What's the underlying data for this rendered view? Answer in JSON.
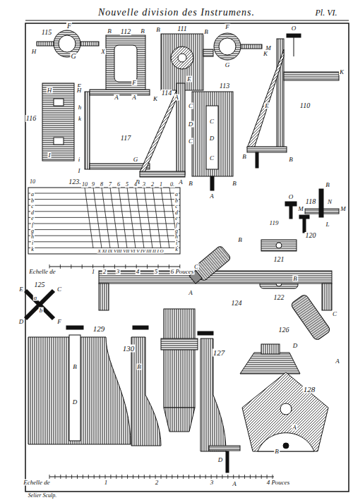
{
  "diagram": {
    "title": "Nouvelle division des Instrumens.",
    "labels": [
      "Pl. VI.",
      "115",
      "F",
      "G",
      "H",
      "X",
      "112",
      "B",
      "B",
      "A",
      "A",
      "111",
      "B",
      "B",
      "F",
      "G",
      "K",
      "A",
      "110",
      "O",
      "M",
      "K",
      "B",
      "B",
      "E",
      "116",
      "H",
      "F",
      "I",
      "117",
      "H",
      "F",
      "K",
      "h",
      "k",
      "i",
      "I",
      "G",
      "114",
      "E",
      "C",
      "D",
      "C",
      "B",
      "A",
      "113",
      "C",
      "D",
      "C",
      "B",
      "B",
      "A",
      "118",
      "B",
      "N",
      "M",
      "M",
      "L",
      "O",
      "119",
      "120",
      "121",
      "122",
      "123.",
      "10",
      "9",
      "8",
      "7",
      "6",
      "5",
      "4",
      "3",
      "2",
      "1",
      "0.",
      "10",
      "a",
      "b",
      "c",
      "d",
      "e",
      "f",
      "g",
      "h",
      "i",
      "k",
      "a",
      "b",
      "c",
      "d",
      "e",
      "f",
      "g",
      "h",
      "i",
      "k",
      "X XI IX VIII VII VI V IV III II I O",
      "Echelle de",
      "1",
      "2",
      "3",
      "4",
      "5",
      "6 Pouces",
      "124",
      "A",
      "B",
      "C",
      "125",
      "E",
      "C",
      "a",
      "b",
      "D",
      "F",
      "126",
      "B",
      "C",
      "D",
      "A",
      "129",
      "B",
      "D",
      "130",
      "B",
      "127",
      "D",
      "A",
      "128",
      "A",
      "B",
      "Echelle de",
      "1",
      "2",
      "3",
      "4 Pouces",
      "Selier Sculp."
    ]
  }
}
